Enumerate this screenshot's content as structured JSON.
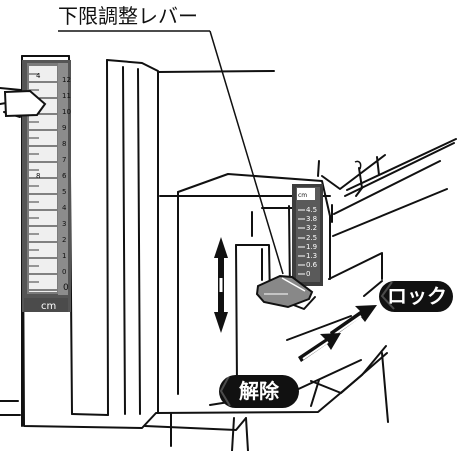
{
  "labels": {
    "callout": "下限調整レバー",
    "lock": "ロック",
    "release": "解除",
    "unit_left": "cm",
    "unit_right": "cm"
  },
  "left_scale": {
    "top_mark": "4",
    "mid_mark": "8",
    "numbers": [
      "12",
      "11",
      "10",
      "9",
      "8",
      "7",
      "6",
      "5",
      "4",
      "3",
      "2",
      "1",
      "0"
    ],
    "bottom": "0"
  },
  "right_scale": {
    "values": [
      "4.5",
      "3.8",
      "3.2",
      "2.5",
      "1.9",
      "1.3",
      "0.6",
      "0"
    ]
  },
  "colors": {
    "badge": "#111111",
    "line": "#111111",
    "scale_band": "#4f4f4f"
  }
}
